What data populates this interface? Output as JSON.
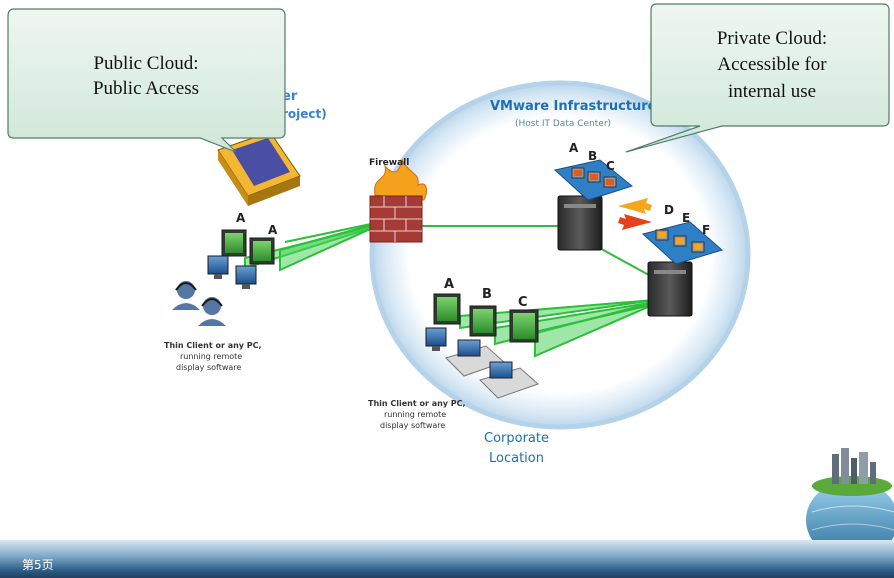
{
  "callouts": {
    "public": {
      "line1": "Public Cloud:",
      "line2": "Public Access"
    },
    "private": {
      "line1": "Private Cloud:",
      "line2": "Accessible for",
      "line3": "internal use"
    }
  },
  "vmware": {
    "title": "VMware Infrastructure",
    "subtitle": "(Host IT Data Center)"
  },
  "firewall": {
    "label": "Firewall"
  },
  "partial_text": {
    "top": "er",
    "bottom": "roject)"
  },
  "servers": {
    "server1_slots": [
      "A",
      "B",
      "C"
    ],
    "server2_slots": [
      "D",
      "E",
      "F"
    ]
  },
  "left_clients": {
    "slots": [
      "A",
      "A"
    ],
    "caption_line1": "Thin Client or any PC,",
    "caption_line2": "running remote",
    "caption_line3": "display software"
  },
  "corporate_clients": {
    "slots": [
      "A",
      "B",
      "C"
    ],
    "caption_line1": "Thin Client or any PC,",
    "caption_line2": "running remote",
    "caption_line3": "display software",
    "location_line1": "Corporate",
    "location_line2": "Location"
  },
  "footer": {
    "page_number": "第5页"
  },
  "colors": {
    "accent_blue": "#1e6fb5",
    "link_green": "#2bbf3a",
    "callout_fill": "#dbeee3",
    "callout_border": "#4f7d67"
  }
}
